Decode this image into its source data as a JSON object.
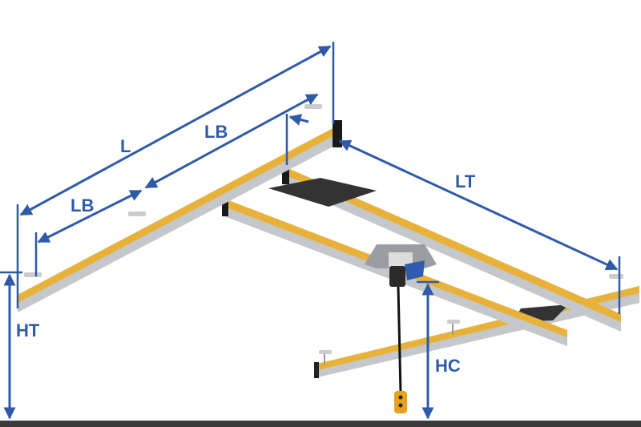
{
  "colors": {
    "dimension": "#2f5aa8",
    "rail": "#e8b23a",
    "rail_edge": "#b9bcc0",
    "ground": "#3a3a3a",
    "hoist": "#2f5bb0"
  },
  "labels": {
    "L": "L",
    "LB_upper": "LB",
    "LB_lower": "LB",
    "LT": "LT",
    "HT": "HT",
    "HC": "HC"
  }
}
